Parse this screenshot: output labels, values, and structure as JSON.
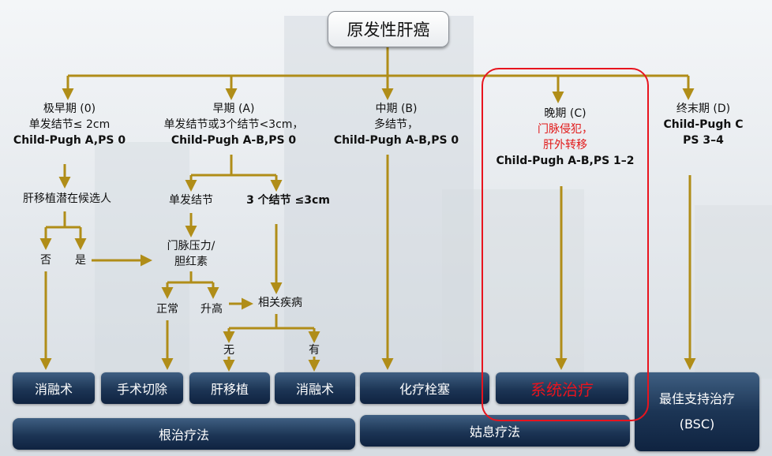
{
  "root": {
    "title": "原发性肝癌"
  },
  "stages": {
    "very_early": {
      "title": "极早期 (0)",
      "line1": "单发结节≤ 2cm",
      "line2": "Child-Pugh A,PS 0"
    },
    "early": {
      "title": "早期 (A)",
      "line1": "单发结节或3个结节<3cm，",
      "line2": "Child-Pugh A-B,PS 0"
    },
    "intermediate": {
      "title": "中期 (B)",
      "line1": "多结节，",
      "line2": "Child-Pugh A-B,PS 0"
    },
    "advanced": {
      "title": "晚期 (C)",
      "line1": "门脉侵犯，",
      "line2": "肝外转移",
      "line3": "Child-Pugh A-B,PS 1–2"
    },
    "terminal": {
      "title": "终末期 (D)",
      "line1": "Child-Pugh C",
      "line2": "PS 3–4"
    }
  },
  "nodes": {
    "transplant_candidate": "肝移植潜在候选人",
    "no": "否",
    "yes": "是",
    "single_nodule": "单发结节",
    "three_nodules": "3 个结节 ≤3cm",
    "portal_pressure_line1": "门脉压力/",
    "portal_pressure_line2": "胆红素",
    "normal": "正常",
    "elevated": "升高",
    "related_disease": "相关疾病",
    "none": "无",
    "present": "有"
  },
  "treatments": {
    "ablation_1": "消融术",
    "resection": "手术切除",
    "liver_transplant": "肝移植",
    "ablation_2": "消融术",
    "tace": "化疗栓塞",
    "systemic": "系统治疗",
    "best_support_line1": "最佳支持治疗",
    "best_support_line2": "(BSC)"
  },
  "categories": {
    "curative": "根治疗法",
    "palliative": "姑息疗法"
  },
  "colors": {
    "connector": "#b08d18",
    "highlight": "#e8141e",
    "box": "#1c3555"
  }
}
